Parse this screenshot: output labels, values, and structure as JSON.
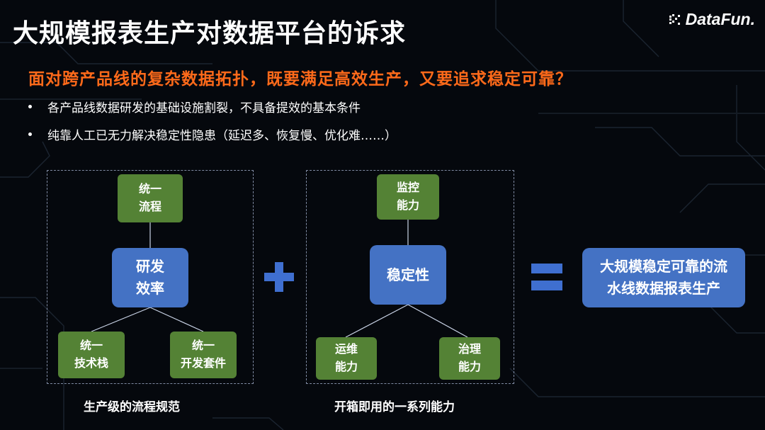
{
  "title": "大规模报表生产对数据平台的诉求",
  "logo": {
    "text": "DataFun."
  },
  "subtitle": "面对跨产品线的复杂数据拓扑，既要满足高效生产，又要追求稳定可靠？",
  "bullets": [
    "各产品线数据研发的基础设施割裂，不具备提效的基本条件",
    "纯靠人工已无力解决稳定性隐患（延迟多、恢复慢、优化难……）"
  ],
  "left_group": {
    "top": "统一\n流程",
    "center": "研发\n效率",
    "bottom_left": "统一\n技术栈",
    "bottom_right": "统一\n开发套件",
    "caption": "生产级的流程规范"
  },
  "right_group": {
    "top": "监控\n能力",
    "center": "稳定性",
    "bottom_left": "运维\n能力",
    "bottom_right": "治理\n能力",
    "caption": "开箱即用的一系列能力"
  },
  "result": "大规模稳定可靠的流\n水线数据报表生产",
  "colors": {
    "green": "#548235",
    "blue": "#4472c4",
    "accent": "#ff6a1a",
    "operator": "#3f6fd0"
  }
}
